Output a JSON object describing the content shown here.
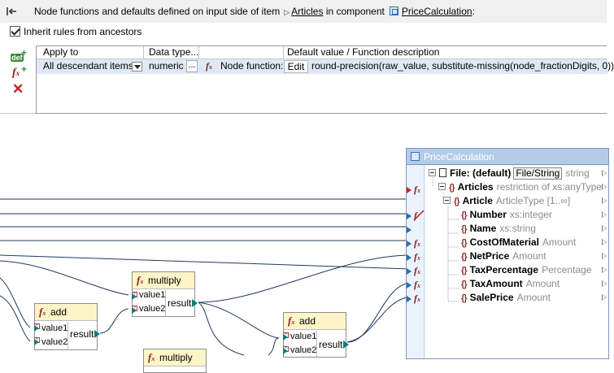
{
  "header": {
    "prefix": "Node functions and defaults defined on input side of item",
    "item_link": "Articles",
    "middle": "in component",
    "component_link": "PriceCalculation",
    "suffix": ":"
  },
  "inherit": {
    "label": "Inherit rules from ancestors",
    "checked": true
  },
  "tools": {
    "add_default": "def",
    "add_function": "f(x)",
    "delete": "delete"
  },
  "grid": {
    "headers": {
      "apply_to": "Apply to",
      "data_type": "Data type...",
      "blank": "",
      "default": "Default value / Function description"
    },
    "row": {
      "apply_to": "All descendant items",
      "data_type": "numeric",
      "more": "...",
      "fn_icon": "f(x)",
      "fn_label": "Node function:",
      "edit": "Edit",
      "expression": "round-precision(raw_value, substitute-missing(node_fractionDigits, 0))"
    }
  },
  "functions": [
    {
      "name": "add",
      "inputs": [
        "value1",
        "value2"
      ],
      "output": "result"
    },
    {
      "name": "multiply",
      "inputs": [
        "value1",
        "value2"
      ],
      "output": "result"
    },
    {
      "name": "add",
      "inputs": [
        "value1",
        "value2"
      ],
      "output": "result"
    },
    {
      "name": "multiply",
      "inputs": [],
      "output": ""
    }
  ],
  "component": {
    "title": "PriceCalculation",
    "file_label": "File: (default)",
    "file_button": "File/String",
    "file_type": "string",
    "nodes": [
      {
        "name": "Articles",
        "type": "restriction of xs:anyType"
      },
      {
        "name": "Article",
        "type": "ArticleType [1..∞]"
      },
      {
        "name": "Number",
        "type": "xs:integer"
      },
      {
        "name": "Name",
        "type": "xs:string"
      },
      {
        "name": "CostOfMaterial",
        "type": "Amount"
      },
      {
        "name": "NetPrice",
        "type": "Amount"
      },
      {
        "name": "TaxPercentage",
        "type": "Percentage"
      },
      {
        "name": "TaxAmount",
        "type": "Amount"
      },
      {
        "name": "SalePrice",
        "type": "Amount"
      }
    ]
  },
  "colors": {
    "connector": "#1f3a5c",
    "pin": "#0b7d7d",
    "fn_title_bg": "#fdf5c8",
    "component_title_bg": "#b4cbe8"
  }
}
